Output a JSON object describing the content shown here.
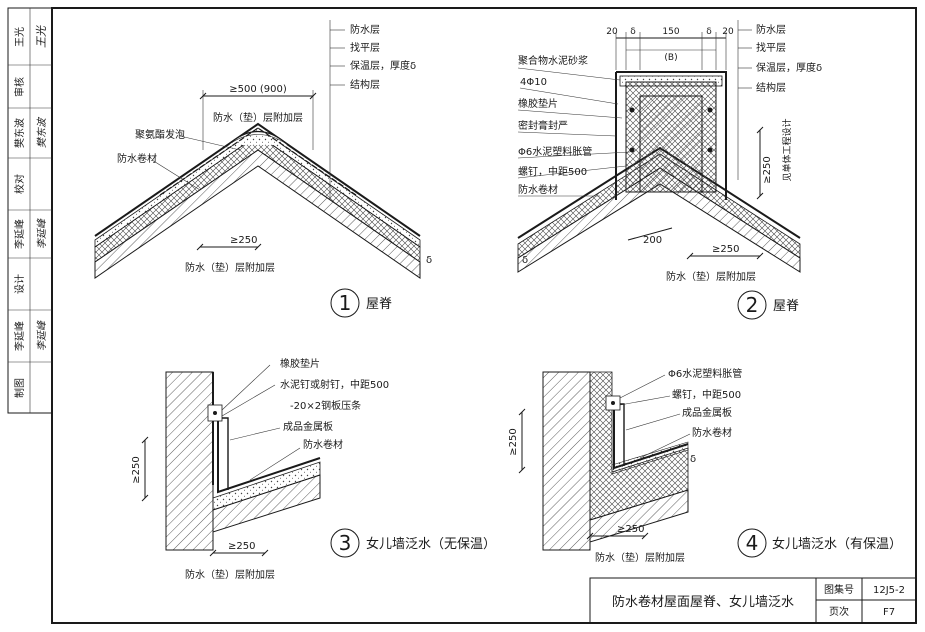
{
  "sidebar": {
    "rows": [
      {
        "role": "审核",
        "name": "王光",
        "signature": "王光"
      },
      {
        "role": "校对",
        "name": "樊东波",
        "signature": "樊东波"
      },
      {
        "role": "设计",
        "name": "李延峰",
        "signature": "李延峰"
      },
      {
        "role": "制图",
        "name": "李延峰",
        "signature": "李延峰"
      }
    ]
  },
  "detail1": {
    "number": "1",
    "title": "屋脊",
    "layers": [
      "防水层",
      "找平层",
      "保温层，厚度δ",
      "结构层"
    ],
    "dim_top": "≥500 (900)",
    "label_top_extra": "防水（垫）层附加层",
    "label_foam": "聚氨酯发泡",
    "label_membrane": "防水卷材",
    "dim_bottom": "≥250",
    "label_bottom_extra": "防水（垫）层附加层",
    "delta": "δ"
  },
  "detail2": {
    "number": "2",
    "title": "屋脊",
    "dims_top": [
      "20",
      "δ",
      "150",
      "δ",
      "20"
    ],
    "dim_b": "(B)",
    "layers": [
      "防水层",
      "找平层",
      "保温层，厚度δ",
      "结构层"
    ],
    "labels_left": [
      "聚合物水泥砂浆",
      "4Φ10",
      "橡胶垫片",
      "密封膏封严",
      "Φ6水泥塑料胀管",
      "螺钉，中距500",
      "防水卷材"
    ],
    "dim_right": "≥250",
    "dim_right_note": "见单体工程设计",
    "dim_200": "200",
    "dim_bottom": "≥250",
    "label_bottom_extra": "防水（垫）层附加层",
    "delta": "δ"
  },
  "detail3": {
    "number": "3",
    "title": "女儿墙泛水（无保温）",
    "labels": [
      "橡胶垫片",
      "水泥钉或射钉，中距500",
      "-20×2钢板压条",
      "成品金属板",
      "防水卷材"
    ],
    "dim_left": "≥250",
    "dim_bottom": "≥250",
    "label_bottom_extra": "防水（垫）层附加层"
  },
  "detail4": {
    "number": "4",
    "title": "女儿墙泛水（有保温）",
    "labels": [
      "Φ6水泥塑料胀管",
      "螺钉，中距500",
      "成品金属板",
      "防水卷材"
    ],
    "dim_left": "≥250",
    "dim_bottom": "≥250",
    "label_bottom_extra": "防水（垫）层附加层",
    "delta": "δ"
  },
  "titleblock": {
    "title": "防水卷材屋面屋脊、女儿墙泛水",
    "atlas_label": "图集号",
    "atlas_value": "12J5-2",
    "page_label": "页次",
    "page_value": "F7"
  }
}
